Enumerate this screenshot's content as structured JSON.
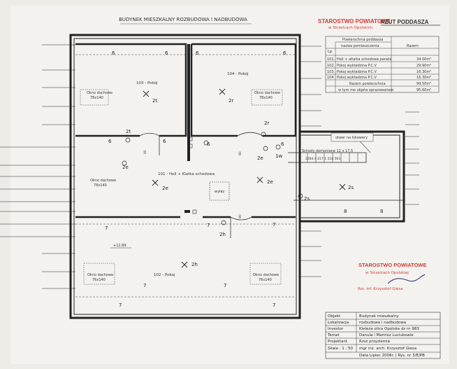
{
  "header": {
    "title": "BUDYNEK MIESZKALNY ROZBUDOWA I NADBUDOWA",
    "sheet_title": "RZUT PODDASZA"
  },
  "stamp_top": {
    "line1": "STAROSTWO POWIATOWE",
    "line2": "w Strzelcach Opolskich"
  },
  "area_table": {
    "header_group": "Powierzchnia poddasza",
    "col_name": "nazwa pomieszczenia",
    "col_lp": "Lp.",
    "col_total": "Razem",
    "rows": [
      {
        "lp": "101.",
        "name": "Holl + altatta schodowa panele",
        "area": "34.00m²"
      },
      {
        "lp": "102.",
        "name": "Pokoj wyktadzina P.C.V",
        "area": "29.90m²"
      },
      {
        "lp": "103.",
        "name": "Pokoj wyktadzina P.C.V",
        "area": "16.30m²"
      },
      {
        "lp": "104.",
        "name": "Pokoj wyktadzina P.C.V",
        "area": "16.30m²"
      }
    ],
    "total_label": "Razem powierzchnia",
    "total_value": "99.50m²",
    "sub_label": "w tym me objeta oprazawariem",
    "sub_value": "95.60m²"
  },
  "rooms": {
    "room_103": "103 - Pokój",
    "room_104": "104 - Pokój",
    "room_101": "101 - Holl + Klatka schodowa",
    "room_102": "102 - Pokaj"
  },
  "windows": {
    "w1": {
      "line1": "Okno dachowe",
      "line2": "78x140"
    },
    "w2": {
      "line1": "Okno dachowe",
      "line2": "78x140"
    },
    "w3": {
      "line1": "Okno dachowe",
      "line2": "78x140"
    },
    "w4": {
      "line1": "Okno dachowe",
      "line2": "76x140"
    },
    "w5": {
      "line1": "Okno dachowe",
      "line2": "76x140"
    }
  },
  "labels": {
    "wylaz": "wyłaz",
    "lokowery": "otwer na lokowery",
    "stairs1": "Schody domoniane 12 x 17,5",
    "stairs2": "2284 4 417 1 518 563",
    "level": "+12.89",
    "door_width": "90",
    "door_width2": "90",
    "door_width3": "90"
  },
  "markers": [
    "6",
    "6",
    "6",
    "6",
    "2t",
    "2r",
    "2t",
    "2r",
    "6",
    "6",
    "6",
    "6",
    "2e",
    "2e",
    "2e",
    "1w",
    "2e",
    "2s",
    "2s",
    "8",
    "8",
    "7",
    "7",
    "2h",
    "7",
    "2h",
    "7",
    "7",
    "7",
    "7"
  ],
  "stamp_bottom": {
    "line1": "STAROSTWO POWIATOWE",
    "line2": "w Strzelcach Opolskiej",
    "signer": "Ror. inf. Krzysztof Giesa"
  },
  "title_block": [
    {
      "key": "Objekt",
      "value": "Budynek mieszkalny"
    },
    {
      "key": "Lokalizacja",
      "value": "rosbudowa i nadbudowa"
    },
    {
      "key": "Investor",
      "value": "Kieleza olica Opolska dz nr 983"
    },
    {
      "key": "Temat",
      "value": "Danula i Marinsz Luciukowie"
    },
    {
      "key": "Projektant",
      "value": "Rzut przyziemia"
    },
    {
      "key": "Skala : 1 : 50",
      "value": "mgr inz. arch. Krzysztof Giesa"
    }
  ],
  "title_block_footer": "Data Lipiec 2006r.  | Rys. nr 3/E/PB"
}
